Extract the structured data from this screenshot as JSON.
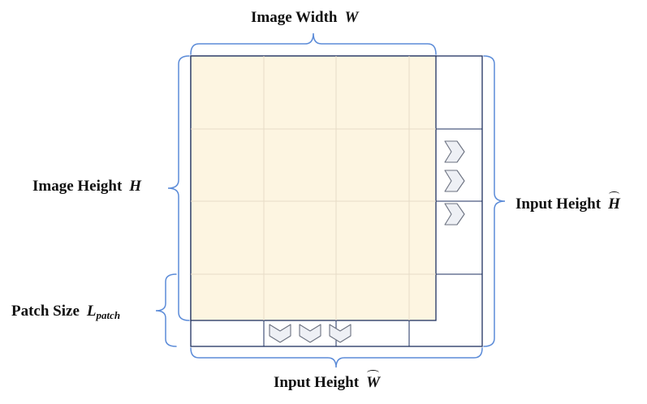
{
  "labels": {
    "image_width": {
      "text": "Image Width",
      "symbol": "W"
    },
    "image_height": {
      "text": "Image Height",
      "symbol": "H"
    },
    "input_height_right": {
      "text": "Input Height",
      "symbol": "H"
    },
    "patch_size": {
      "text": "Patch Size",
      "symbol": "L",
      "subscript": "patch"
    },
    "input_height_bottom": {
      "text": "Input Height",
      "symbol": "W"
    }
  },
  "colors": {
    "image_fill": "#fdf5e1",
    "image_grid": "#e6dcc6",
    "grid_line": "#1f3160",
    "brace": "#5b8bd8",
    "chevron_fill": "#eef0f5",
    "chevron_stroke": "#6b7180"
  },
  "icons": {
    "arrow": "chevron-right-icon",
    "arrow_down": "chevron-down-icon"
  }
}
